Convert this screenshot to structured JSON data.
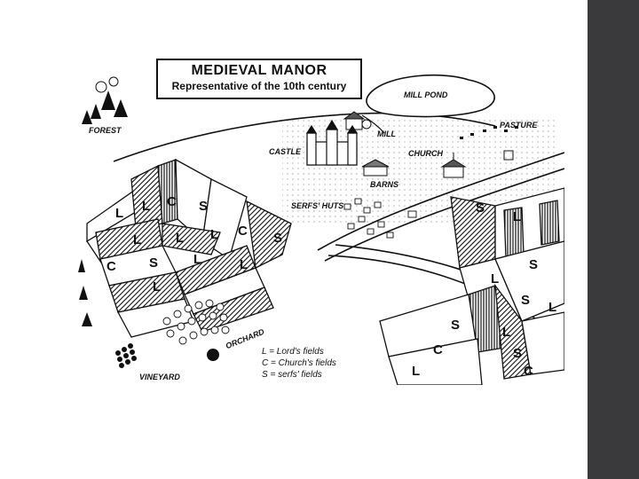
{
  "title": "MEDIEVAL MANOR",
  "subtitle": "Representative of the 10th century",
  "places": {
    "forest": "FOREST",
    "mill_pond": "MILL POND",
    "mill": "MILL",
    "pasture": "PASTURE",
    "castle": "CASTLE",
    "church": "CHURCH",
    "barns": "BARNS",
    "serfs_huts": "SERFS' HUTS",
    "orchard": "ORCHARD",
    "vineyard": "VINEYARD"
  },
  "legend": [
    "L = Lord's fields",
    "C = Church's fields",
    "S = serfs' fields"
  ],
  "field_letters": [
    "L",
    "L",
    "C",
    "S",
    "L",
    "L",
    "L",
    "C",
    "S",
    "C",
    "S",
    "L",
    "L",
    "L",
    "S",
    "L",
    "S",
    "L",
    "S",
    "L",
    "S",
    "C",
    "L",
    "S",
    "C",
    "L"
  ],
  "colors": {
    "sidebar": "#3a3a3c",
    "ink": "#111111"
  }
}
